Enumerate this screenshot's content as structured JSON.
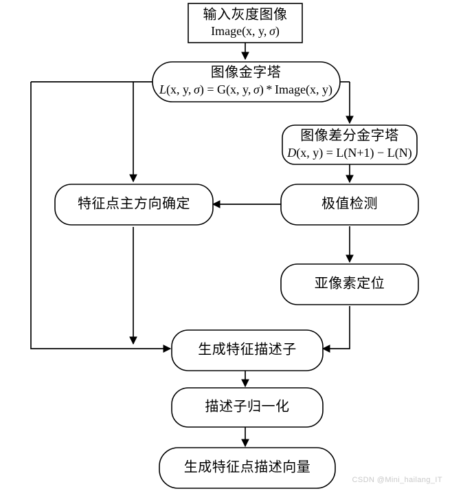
{
  "diagram": {
    "title": "SIFT feature extraction flowchart",
    "background_color": "#ffffff",
    "stroke_color": "#000000",
    "nodes": [
      {
        "id": "input",
        "shape": "rectangle",
        "line1": "输入灰度图像",
        "line2_parts": [
          "Image(x, y, ",
          "σ",
          ")"
        ],
        "line2": "Image(x, y, σ)"
      },
      {
        "id": "pyramid",
        "shape": "stadium",
        "line1": "图像金字塔",
        "line2_parts": [
          "L",
          "(x, y, ",
          "σ",
          ") = G(x, y, ",
          "σ",
          ") * Image(x, y)"
        ],
        "line2": "L(x, y, σ) = G(x, y, σ) * Image(x, y)"
      },
      {
        "id": "dog",
        "shape": "rounded",
        "line1": "图像差分金字塔",
        "line2_parts": [
          "D",
          "(x, y) = L(N+1) − L(N)"
        ],
        "line2": "D(x, y) = L(N+1) − L(N)"
      },
      {
        "id": "extrema",
        "shape": "rounded",
        "line1": "极值检测"
      },
      {
        "id": "orientation",
        "shape": "rounded",
        "line1": "特征点主方向确定"
      },
      {
        "id": "subpixel",
        "shape": "rounded",
        "line1": "亚像素定位"
      },
      {
        "id": "descriptor",
        "shape": "rounded",
        "line1": "生成特征描述子"
      },
      {
        "id": "normalize",
        "shape": "rounded",
        "line1": "描述子归一化"
      },
      {
        "id": "vector",
        "shape": "rounded",
        "line1": "生成特征点描述向量"
      }
    ],
    "edges": [
      {
        "from": "input",
        "to": "pyramid",
        "kind": "straight-down"
      },
      {
        "from": "pyramid",
        "to": "dog",
        "kind": "right-then-down"
      },
      {
        "from": "dog",
        "to": "extrema",
        "kind": "straight-down"
      },
      {
        "from": "extrema",
        "to": "orientation",
        "kind": "straight-left"
      },
      {
        "from": "extrema",
        "to": "subpixel",
        "kind": "straight-down"
      },
      {
        "from": "pyramid",
        "to": "orientation",
        "kind": "left-branch-down"
      },
      {
        "from": "orientation",
        "to": "descriptor",
        "kind": "straight-down"
      },
      {
        "from": "pyramid",
        "to": "descriptor",
        "kind": "far-left-loop"
      },
      {
        "from": "subpixel",
        "to": "descriptor",
        "kind": "down-then-left"
      },
      {
        "from": "descriptor",
        "to": "normalize",
        "kind": "straight-down"
      },
      {
        "from": "normalize",
        "to": "vector",
        "kind": "straight-down"
      }
    ]
  },
  "watermark": {
    "text": "CSDN @Mini_hailang_IT"
  }
}
